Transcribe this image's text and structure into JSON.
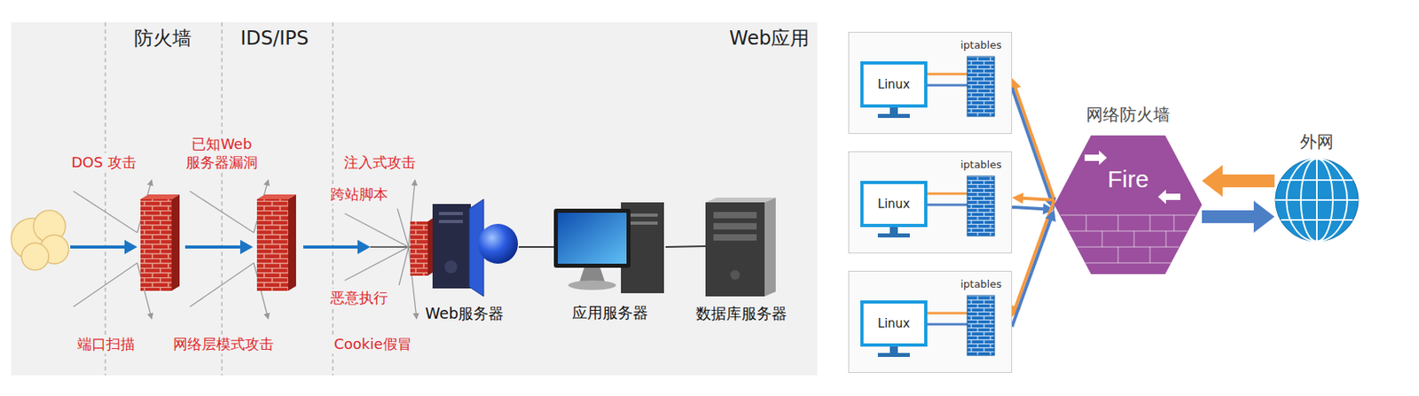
{
  "diagram": {
    "nodes": [
      {
        "text": [
          "Web服务器"
        ]
      },
      {
        "text": [
          "应用服务器"
        ]
      },
      {
        "text": [
          "数据库服务器"
        ]
      },
      {
        "text": [
          "iptables"
        ]
      },
      {
        "text": [
          "Linux"
        ],
        "in": 3
      },
      {
        "text": [
          "iptables"
        ]
      },
      {
        "text": [
          "Linux"
        ],
        "in": 5
      },
      {
        "text": [
          "iptables"
        ]
      },
      {
        "text": [
          "Linux"
        ],
        "in": 7
      },
      {
        "text": [
          "网络防火墙",
          "Fire"
        ]
      },
      {
        "text": [
          "外网"
        ]
      }
    ],
    "edges": [
      {
        "from": 0,
        "to": 1,
        "arrow": "none"
      },
      {
        "from": 1,
        "to": 2,
        "arrow": "none"
      },
      {
        "from": 9,
        "to": 3,
        "arrow": "to"
      },
      {
        "from": 3,
        "to": 9,
        "arrow": "to"
      },
      {
        "from": 9,
        "to": 5,
        "arrow": "to"
      },
      {
        "from": 5,
        "to": 9,
        "arrow": "to"
      },
      {
        "from": 9,
        "to": 7,
        "arrow": "to"
      },
      {
        "from": 7,
        "to": 9,
        "arrow": "to"
      },
      {
        "from": 10,
        "to": 9,
        "arrow": "to"
      },
      {
        "from": 9,
        "to": 10,
        "arrow": "to"
      }
    ],
    "labels": [
      "防火墙",
      "IDS/IPS",
      "Web应用",
      "DOS 攻击",
      "已知Web 服务器漏洞",
      "注入式攻击",
      "跨站脚本",
      "恶意执行",
      "Cookie假冒",
      "端口扫描",
      "网络层模式攻击"
    ]
  }
}
